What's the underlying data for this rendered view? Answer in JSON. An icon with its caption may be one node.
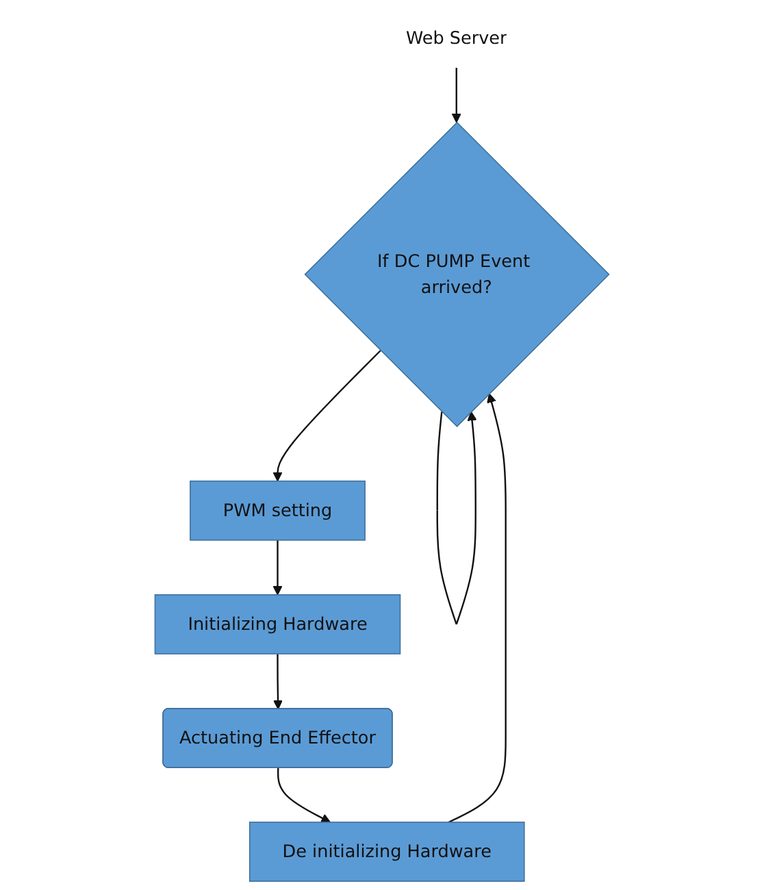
{
  "diagram": {
    "nodes": [
      {
        "text": [
          "Web Server"
        ]
      },
      {
        "text": [
          "If DC PUMP Event arrived?"
        ]
      },
      {
        "text": [
          "PWM setting"
        ]
      },
      {
        "text": [
          "Initializing Hardware"
        ]
      },
      {
        "text": [
          "Actuating End Effector"
        ]
      },
      {
        "text": [
          "De initializing Hardware"
        ]
      }
    ],
    "edges": [
      {
        "from": 0,
        "to": 1,
        "arrow": "to"
      },
      {
        "from": 1,
        "to": 1,
        "arrow": "to"
      },
      {
        "from": 1,
        "to": 2,
        "arrow": "to"
      },
      {
        "from": 2,
        "to": 3,
        "arrow": "to"
      },
      {
        "from": 3,
        "to": 4,
        "arrow": "to"
      },
      {
        "from": 4,
        "to": 5,
        "arrow": "to"
      },
      {
        "from": 5,
        "to": 1,
        "arrow": "to"
      }
    ]
  }
}
